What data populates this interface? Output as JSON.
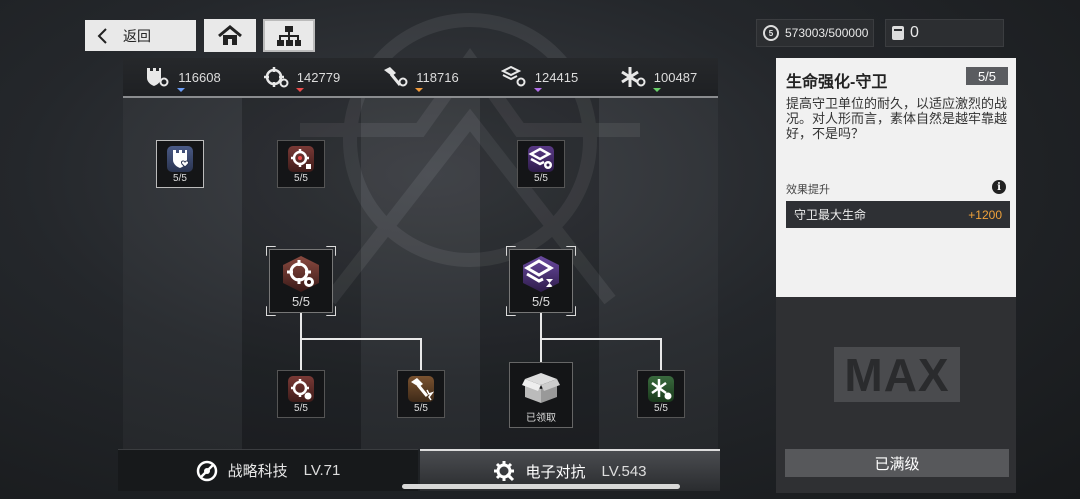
{
  "nav": {
    "back_label": "返回"
  },
  "currency": {
    "gold": "573003/500000",
    "tickets": "0",
    "gold_icon_glyph": "5"
  },
  "resources": [
    {
      "value": "116608",
      "color": "#6a9cf5"
    },
    {
      "value": "142779",
      "color": "#e84a4a"
    },
    {
      "value": "118716",
      "color": "#f09a3a"
    },
    {
      "value": "124415",
      "color": "#b06ee8"
    },
    {
      "value": "100487",
      "color": "#6ad06a"
    }
  ],
  "nodes": {
    "guard_life": "5/5",
    "attack": "5/5",
    "hack": "5/5",
    "attack_big": "5/5",
    "hack_big": "5/5",
    "attack_sub": "5/5",
    "melee_sub": "5/5",
    "gift_label": "已领取",
    "green_sub": "5/5"
  },
  "tabs": [
    {
      "label": "战略科技",
      "level": "LV.71"
    },
    {
      "label": "电子对抗",
      "level": "LV.543"
    }
  ],
  "panel": {
    "title": "生命强化-守卫",
    "level": "5/5",
    "description": "提高守卫单位的耐久，以适应激烈的战况。对人形而言，素体自然是越牢靠越好，不是吗？",
    "effect_header": "效果提升",
    "info_glyph": "i",
    "effect_name": "守卫最大生命",
    "effect_value": "+1200",
    "max_label": "MAX",
    "button_label": "已满级"
  }
}
